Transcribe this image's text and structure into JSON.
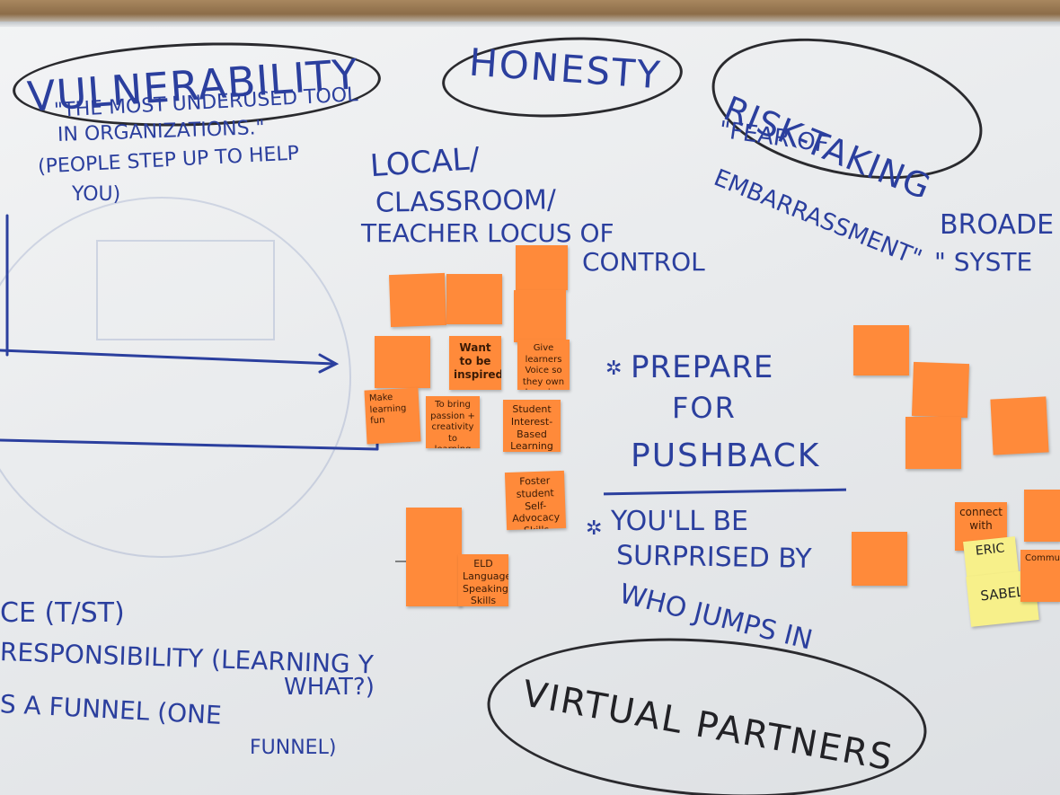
{
  "heading_ovals": {
    "vulnerability": "VULNERABILITY",
    "honesty": "HONESTY",
    "risk_taking": "RISK-TAKING",
    "virtual_partners": "VIRTUAL PARTNERS"
  },
  "vulnerability_notes": {
    "line1": "\"THE MOST UNDERUSED TOOL",
    "line2": "IN ORGANIZATIONS.\"",
    "line3": "(PEOPLE STEP UP TO HELP",
    "line4": "YOU)"
  },
  "risk_notes": {
    "line1": "\"FEAR OF",
    "line2": "EMBARRASSMENT\""
  },
  "locus": {
    "line1": "LOCAL/",
    "line2": "CLASSROOM/",
    "line3": "TEACHER LOCUS OF",
    "line4": "CONTROL"
  },
  "broader": {
    "line1": "BROADE",
    "line2": "\" SYSTE"
  },
  "advice": {
    "prepare_line1": "PREPARE",
    "prepare_line2": "FOR",
    "prepare_line3": "PUSHBACK",
    "surprise_line1": "YOU'LL BE",
    "surprise_line2": "SURPRISED BY",
    "surprise_line3": "WHO JUMPS IN"
  },
  "bottom_left": {
    "line1": "CE (T/ST)",
    "line2": "RESPONSIBILITY (LEARNING Y",
    "line3": "WHAT?)",
    "line4": "S A FUNNEL (ONE",
    "line5": "FUNNEL)"
  },
  "sticky_notes": {
    "n1": "",
    "n2": "",
    "n3": "",
    "n4": "",
    "want_inspired": "Want to be inspired!",
    "learners_voice": "Give learners Voice so they own learning",
    "make_fun": "Make learning fun",
    "passion": "To bring passion + creativity to learning",
    "interest": "Student Interest-Based Learning",
    "self_advocacy": "Foster student Self-Advocacy Skills",
    "eld": "ELD Language Speaking Skills",
    "connect": "connect with",
    "eric": "ERIC",
    "sabel": "SABEL",
    "commun": "Commun"
  }
}
